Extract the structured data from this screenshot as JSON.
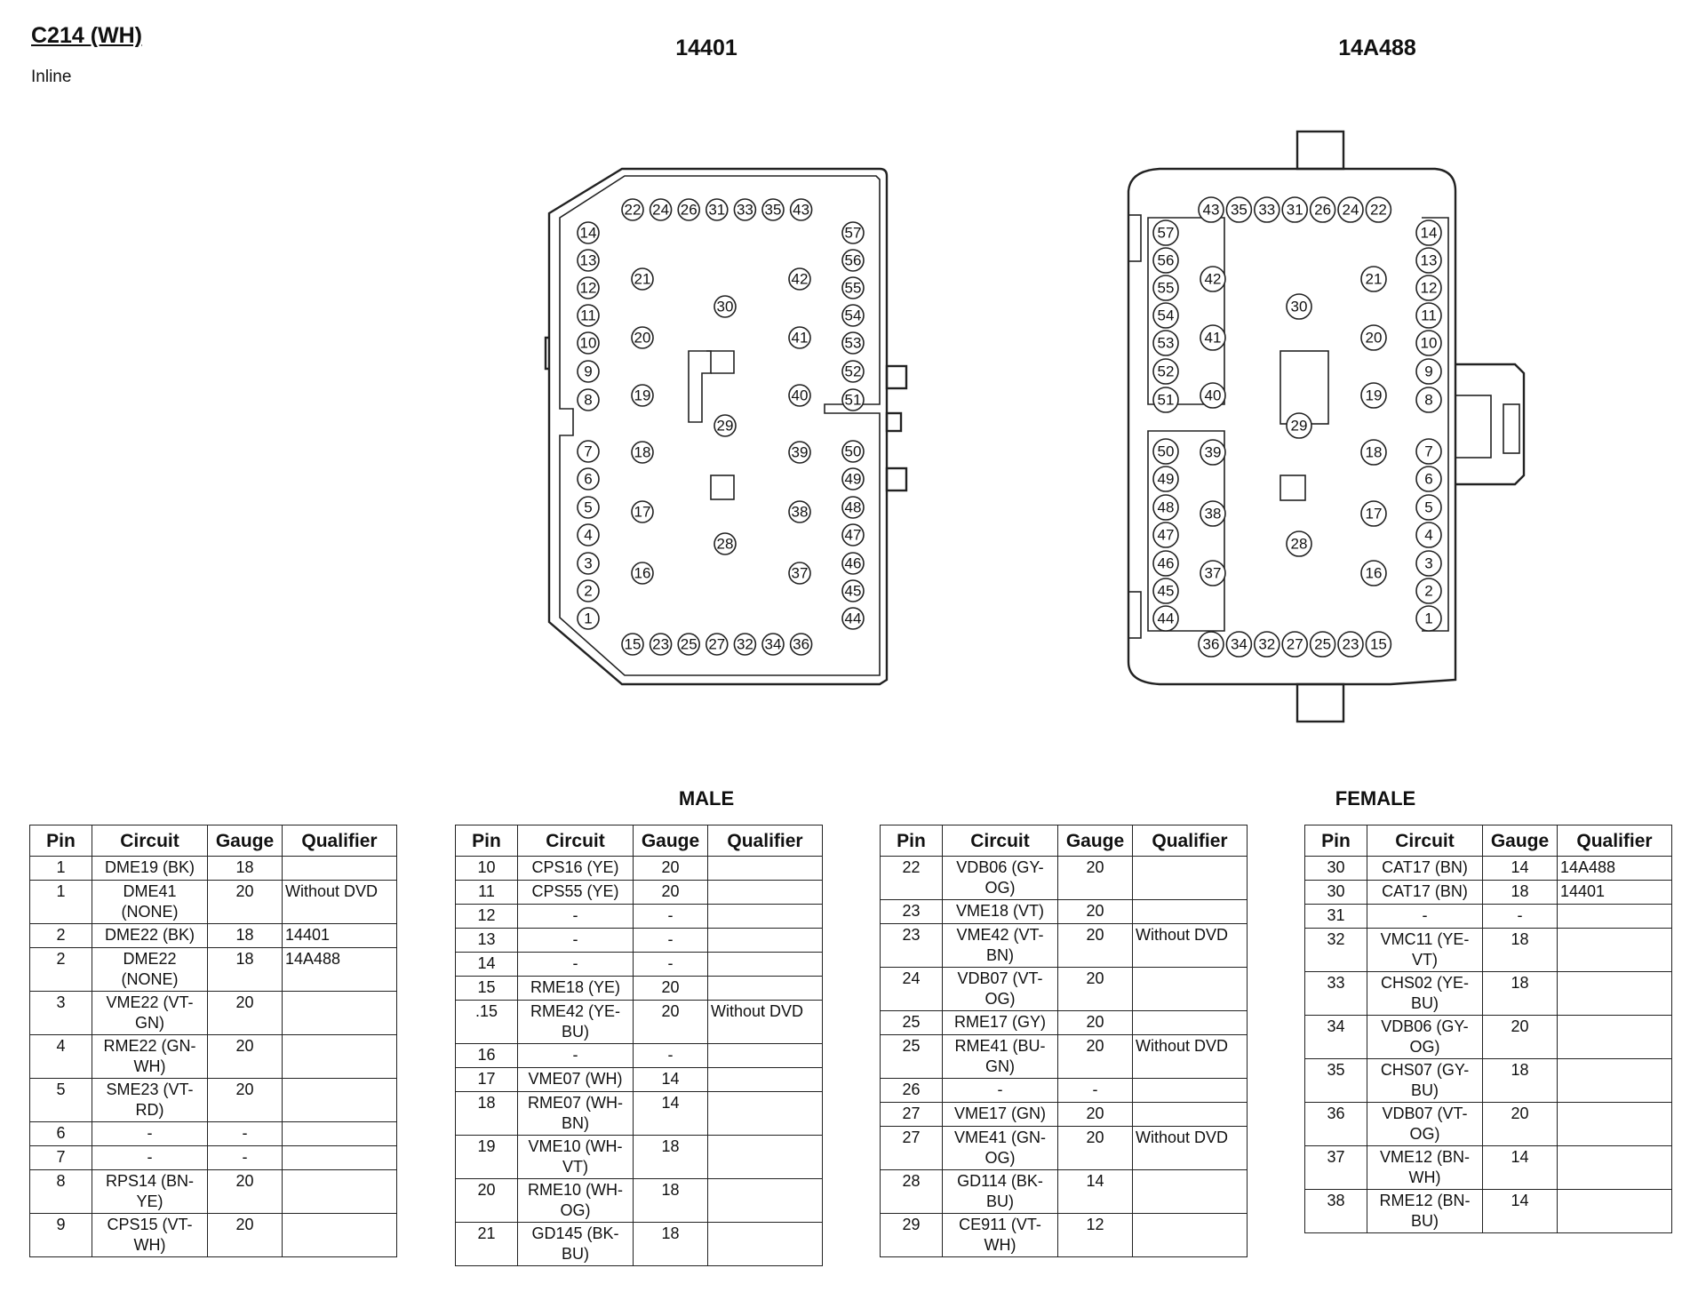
{
  "header": {
    "title": "C214 (WH)",
    "subtitle": "Inline"
  },
  "connectors": {
    "male": {
      "part_number": "14401",
      "gender": "MALE",
      "left_column": [
        "14",
        "13",
        "12",
        "11",
        "10",
        "9",
        "8",
        "7",
        "6",
        "5",
        "4",
        "3",
        "2",
        "1"
      ],
      "top_row": [
        "22",
        "24",
        "26",
        "31",
        "33",
        "35",
        "43"
      ],
      "bottom_row": [
        "15",
        "23",
        "25",
        "27",
        "32",
        "34",
        "36"
      ],
      "right_column": [
        "57",
        "56",
        "55",
        "54",
        "53",
        "52",
        "51",
        "50",
        "49",
        "48",
        "47",
        "46",
        "45",
        "44"
      ],
      "inner_left": [
        "21",
        "20",
        "19",
        "18",
        "17",
        "16"
      ],
      "inner_right": [
        "42",
        "41",
        "40",
        "39",
        "38",
        "37"
      ],
      "center": [
        "30",
        "29",
        "28"
      ]
    },
    "female": {
      "part_number": "14A488",
      "gender": "FEMALE",
      "left_column": [
        "57",
        "56",
        "55",
        "54",
        "53",
        "52",
        "51",
        "50",
        "49",
        "48",
        "47",
        "46",
        "45",
        "44"
      ],
      "top_row": [
        "43",
        "35",
        "33",
        "31",
        "26",
        "24",
        "22"
      ],
      "bottom_row": [
        "36",
        "34",
        "32",
        "27",
        "25",
        "23",
        "15"
      ],
      "right_column": [
        "14",
        "13",
        "12",
        "11",
        "10",
        "9",
        "8",
        "7",
        "6",
        "5",
        "4",
        "3",
        "2",
        "1"
      ],
      "inner_left": [
        "42",
        "41",
        "40",
        "39",
        "38",
        "37"
      ],
      "inner_right": [
        "21",
        "20",
        "19",
        "18",
        "17",
        "16"
      ],
      "center": [
        "30",
        "29",
        "28"
      ]
    }
  },
  "table_headers": {
    "pin": "Pin",
    "circuit": "Circuit",
    "gauge": "Gauge",
    "qualifier": "Qualifier"
  },
  "tables": [
    [
      {
        "pin": "1",
        "circuit": "DME19 (BK)",
        "gauge": "18",
        "qualifier": ""
      },
      {
        "pin": "1",
        "circuit": "DME41 (NONE)",
        "gauge": "20",
        "qualifier": "Without DVD"
      },
      {
        "pin": "2",
        "circuit": "DME22 (BK)",
        "gauge": "18",
        "qualifier": "14401"
      },
      {
        "pin": "2",
        "circuit": "DME22 (NONE)",
        "gauge": "18",
        "qualifier": "14A488"
      },
      {
        "pin": "3",
        "circuit": "VME22 (VT-GN)",
        "gauge": "20",
        "qualifier": ""
      },
      {
        "pin": "4",
        "circuit": "RME22 (GN-WH)",
        "gauge": "20",
        "qualifier": ""
      },
      {
        "pin": "5",
        "circuit": "SME23 (VT-RD)",
        "gauge": "20",
        "qualifier": ""
      },
      {
        "pin": "6",
        "circuit": "-",
        "gauge": "-",
        "qualifier": ""
      },
      {
        "pin": "7",
        "circuit": "-",
        "gauge": "-",
        "qualifier": ""
      },
      {
        "pin": "8",
        "circuit": "RPS14 (BN-YE)",
        "gauge": "20",
        "qualifier": ""
      },
      {
        "pin": "9",
        "circuit": "CPS15 (VT-WH)",
        "gauge": "20",
        "qualifier": ""
      }
    ],
    [
      {
        "pin": "10",
        "circuit": "CPS16 (YE)",
        "gauge": "20",
        "qualifier": ""
      },
      {
        "pin": "11",
        "circuit": "CPS55 (YE)",
        "gauge": "20",
        "qualifier": ""
      },
      {
        "pin": "12",
        "circuit": "-",
        "gauge": "-",
        "qualifier": ""
      },
      {
        "pin": "13",
        "circuit": "-",
        "gauge": "-",
        "qualifier": ""
      },
      {
        "pin": "14",
        "circuit": "-",
        "gauge": "-",
        "qualifier": ""
      },
      {
        "pin": "15",
        "circuit": "RME18 (YE)",
        "gauge": "20",
        "qualifier": ""
      },
      {
        "pin": ".15",
        "circuit": "RME42 (YE-BU)",
        "gauge": "20",
        "qualifier": "Without DVD"
      },
      {
        "pin": "16",
        "circuit": "-",
        "gauge": "-",
        "qualifier": ""
      },
      {
        "pin": "17",
        "circuit": "VME07 (WH)",
        "gauge": "14",
        "qualifier": ""
      },
      {
        "pin": "18",
        "circuit": "RME07 (WH-BN)",
        "gauge": "14",
        "qualifier": ""
      },
      {
        "pin": "19",
        "circuit": "VME10 (WH-VT)",
        "gauge": "18",
        "qualifier": ""
      },
      {
        "pin": "20",
        "circuit": "RME10 (WH-OG)",
        "gauge": "18",
        "qualifier": ""
      },
      {
        "pin": "21",
        "circuit": "GD145 (BK-BU)",
        "gauge": "18",
        "qualifier": ""
      }
    ],
    [
      {
        "pin": "22",
        "circuit": "VDB06 (GY-OG)",
        "gauge": "20",
        "qualifier": ""
      },
      {
        "pin": "23",
        "circuit": "VME18 (VT)",
        "gauge": "20",
        "qualifier": ""
      },
      {
        "pin": "23",
        "circuit": "VME42 (VT-BN)",
        "gauge": "20",
        "qualifier": "Without DVD"
      },
      {
        "pin": "24",
        "circuit": "VDB07 (VT-OG)",
        "gauge": "20",
        "qualifier": ""
      },
      {
        "pin": "25",
        "circuit": "RME17 (GY)",
        "gauge": "20",
        "qualifier": ""
      },
      {
        "pin": "25",
        "circuit": "RME41 (BU-GN)",
        "gauge": "20",
        "qualifier": "Without DVD"
      },
      {
        "pin": "26",
        "circuit": "-",
        "gauge": "-",
        "qualifier": ""
      },
      {
        "pin": "27",
        "circuit": "VME17 (GN)",
        "gauge": "20",
        "qualifier": ""
      },
      {
        "pin": "27",
        "circuit": "VME41 (GN-OG)",
        "gauge": "20",
        "qualifier": "Without DVD"
      },
      {
        "pin": "28",
        "circuit": "GD114 (BK-BU)",
        "gauge": "14",
        "qualifier": ""
      },
      {
        "pin": "29",
        "circuit": "CE911 (VT-WH)",
        "gauge": "12",
        "qualifier": ""
      }
    ],
    [
      {
        "pin": "30",
        "circuit": "CAT17 (BN)",
        "gauge": "14",
        "qualifier": "14A488"
      },
      {
        "pin": "30",
        "circuit": "CAT17 (BN)",
        "gauge": "18",
        "qualifier": "14401"
      },
      {
        "pin": "31",
        "circuit": "-",
        "gauge": "-",
        "qualifier": ""
      },
      {
        "pin": "32",
        "circuit": "VMC11 (YE-VT)",
        "gauge": "18",
        "qualifier": ""
      },
      {
        "pin": "33",
        "circuit": "CHS02 (YE-BU)",
        "gauge": "18",
        "qualifier": ""
      },
      {
        "pin": "34",
        "circuit": "VDB06 (GY-OG)",
        "gauge": "20",
        "qualifier": ""
      },
      {
        "pin": "35",
        "circuit": "CHS07 (GY-BU)",
        "gauge": "18",
        "qualifier": ""
      },
      {
        "pin": "36",
        "circuit": "VDB07 (VT-OG)",
        "gauge": "20",
        "qualifier": ""
      },
      {
        "pin": "37",
        "circuit": "VME12 (BN-WH)",
        "gauge": "14",
        "qualifier": ""
      },
      {
        "pin": "38",
        "circuit": "RME12 (BN-BU)",
        "gauge": "14",
        "qualifier": ""
      }
    ]
  ]
}
